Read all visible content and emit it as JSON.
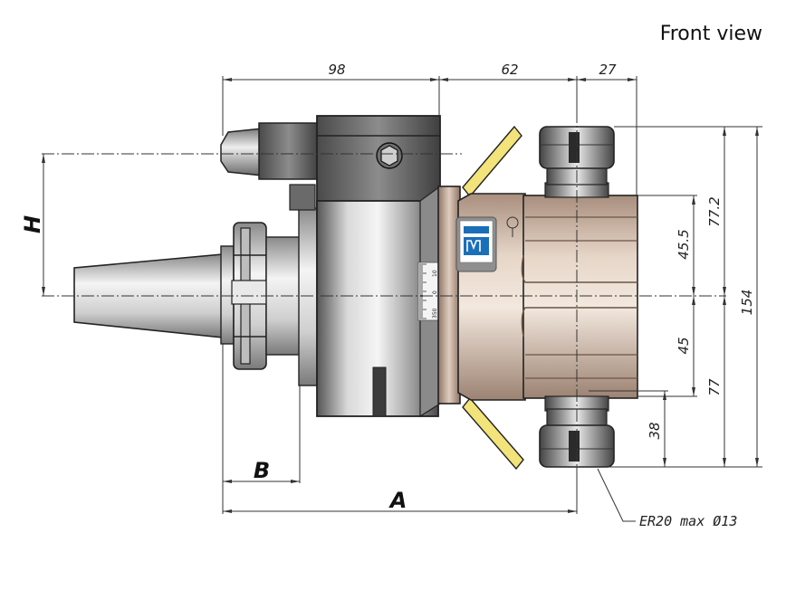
{
  "title": "Front view",
  "dimensions": {
    "top_98": "98",
    "top_62": "62",
    "top_27": "27",
    "right_77_2": "77.2",
    "right_45_5": "45.5",
    "right_45": "45",
    "right_77": "77",
    "right_38": "38",
    "right_154": "154",
    "H": "H",
    "B": "B",
    "A": "A"
  },
  "callout": "ER20 max Ø13",
  "scale": {
    "t10": "10",
    "t0": "0",
    "t350": "350"
  },
  "colors": {
    "head_body": "#c9b2a0",
    "housing": "#7d7d7d",
    "shank": "#cfcfcf",
    "yellow_guard": "#f2e37a",
    "logo_blue": "#1b6fb8"
  }
}
